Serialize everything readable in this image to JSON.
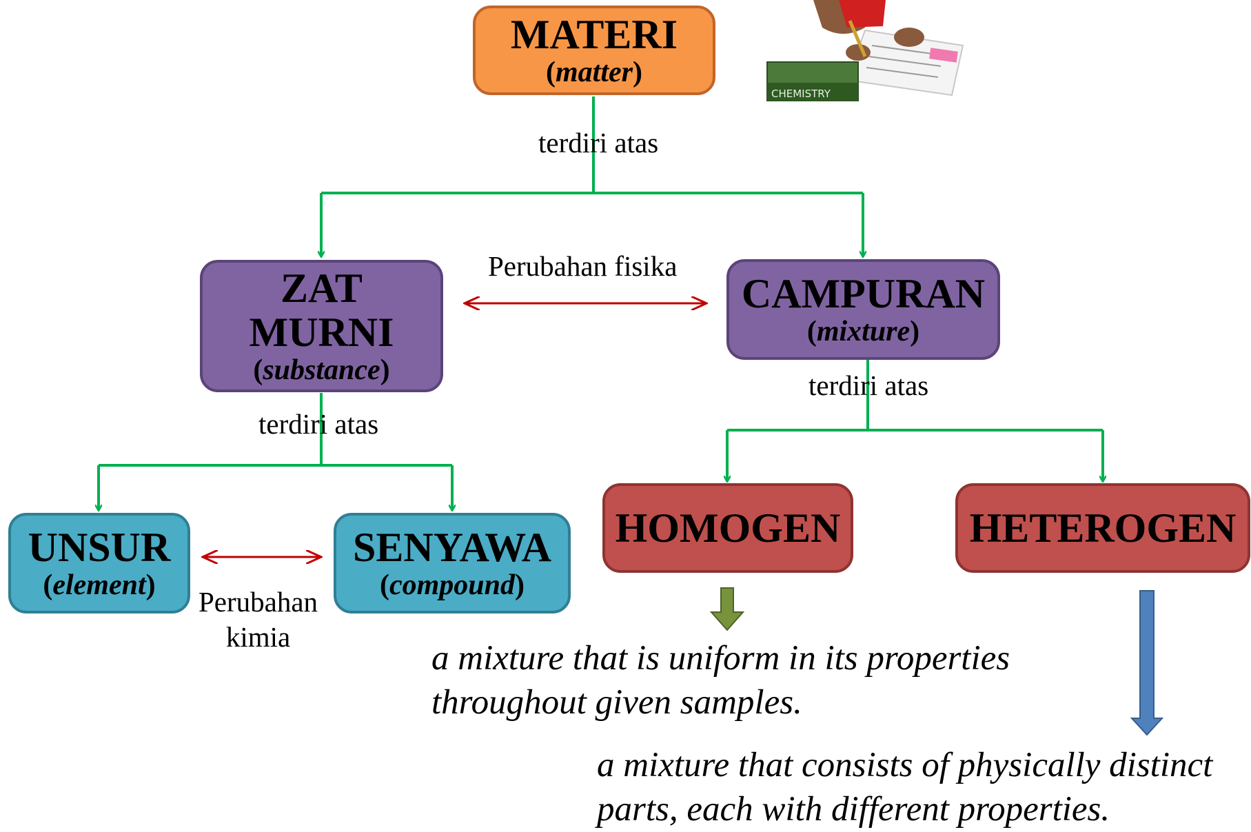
{
  "nodes": {
    "materi": {
      "title": "MATERI",
      "subtitle": "matter"
    },
    "zat_murni": {
      "title_line1": "ZAT",
      "title_line2": "MURNI",
      "subtitle": "substance"
    },
    "campuran": {
      "title": "CAMPURAN",
      "subtitle": "mixture"
    },
    "unsur": {
      "title": "UNSUR",
      "subtitle": "element"
    },
    "senyawa": {
      "title": "SENYAWA",
      "subtitle": "compound"
    },
    "homogen": {
      "title": "HOMOGEN"
    },
    "heterogen": {
      "title": "HETEROGEN"
    }
  },
  "labels": {
    "materi_consists": "terdiri atas",
    "zat_consists": "terdiri atas",
    "campuran_consists": "terdiri atas",
    "physical_change": "Perubahan fisika",
    "chemical_change_line1": "Perubahan",
    "chemical_change_line2": "kimia"
  },
  "descriptions": {
    "homogen_line1": "a mixture that is uniform in its properties",
    "homogen_line2": "throughout given samples.",
    "heterogen_line1": "a mixture that consists of physically distinct",
    "heterogen_line2": "parts, each with different properties."
  },
  "clipart": {
    "book_label": "CHEMISTRY"
  },
  "colors": {
    "connector_green": "#00b050",
    "change_arrow_red": "#c00000",
    "homogen_arrow": "#77933c",
    "heterogen_arrow": "#4f81bd"
  }
}
